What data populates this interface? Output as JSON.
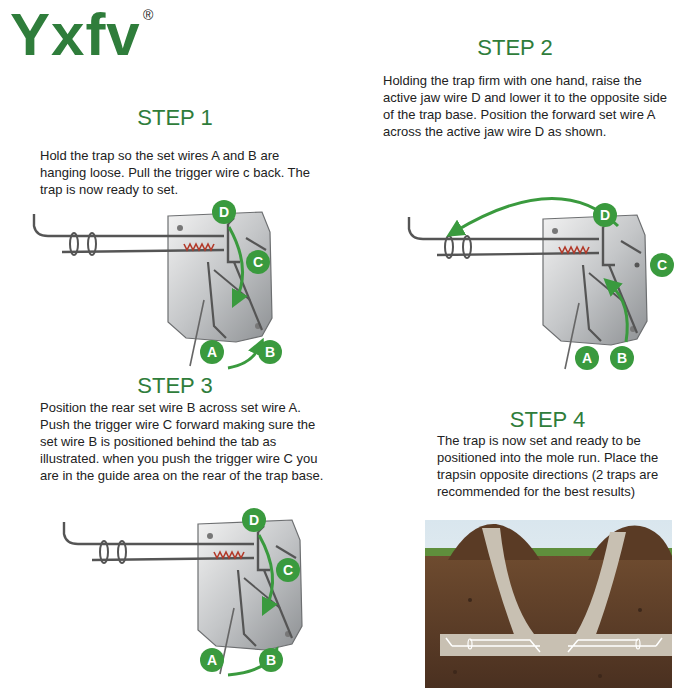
{
  "diagram": {
    "title": "Yxfv",
    "nodes": [
      {
        "text": [
          "D"
        ]
      },
      {
        "text": [
          "C"
        ]
      },
      {
        "text": [
          "A"
        ]
      },
      {
        "text": [
          "B"
        ]
      },
      {
        "text": [
          "D"
        ]
      },
      {
        "text": [
          "C"
        ]
      },
      {
        "text": [
          "A"
        ]
      },
      {
        "text": [
          "B"
        ]
      },
      {
        "text": [
          "D"
        ]
      },
      {
        "text": [
          "C"
        ]
      },
      {
        "text": [
          "A"
        ]
      },
      {
        "text": [
          "B"
        ]
      }
    ],
    "labels": [
      "®",
      "STEP 1",
      "Hold the trap so the set wires A and B are hanging loose. Pull the trigger wire c back. The trap is now ready to set.",
      "STEP 2",
      "Holding the trap firm with one hand, raise the active jaw wire D and lower it to the opposite side of the trap base. Position the forward set wire A across the active jaw wire D as shown.",
      "STEP 3",
      "Position the rear set wire B across set wire A. Push the trigger wire C forward making sure the set wire B is positioned behind the tab as illustrated. when you push the trigger wire C you are in the guide area on the rear of the trap base.",
      "STEP 4",
      "The trap is now set and ready to be positioned into the mole run. Place the trapsin opposite directions (2 traps are recommended for the best results)"
    ]
  }
}
